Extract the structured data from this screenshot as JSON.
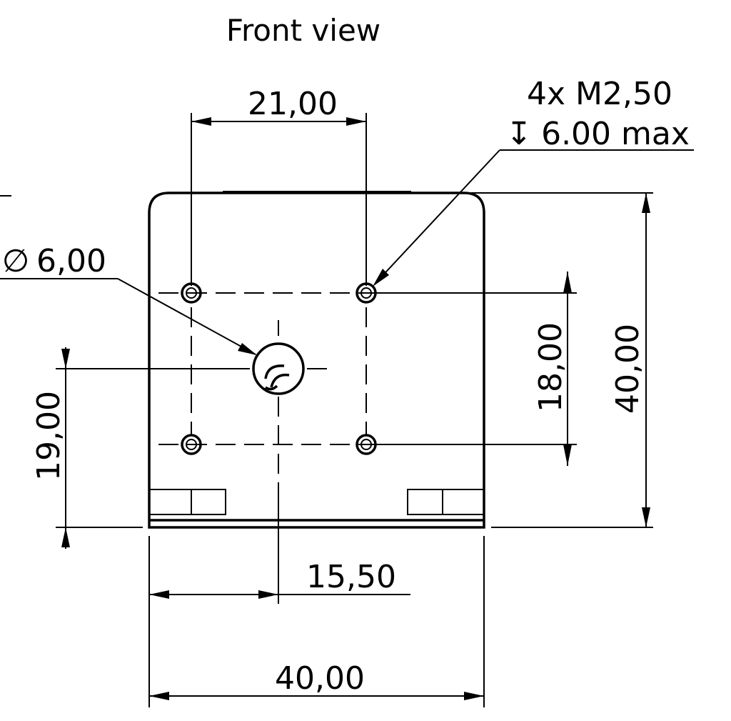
{
  "view_title": "Front view",
  "dimensions": {
    "hole_spacing_horizontal": "21,00",
    "thread_callout": "4x M2,50",
    "thread_depth_symbol": "↧",
    "thread_depth": "6.00 max",
    "bore_diameter_symbol": "∅",
    "bore_diameter": "6,00",
    "hole_spacing_vertical": "18,00",
    "overall_height": "40,00",
    "bore_height_from_base": "19,00",
    "bore_offset_from_left": "15,50",
    "overall_width": "40,00"
  }
}
